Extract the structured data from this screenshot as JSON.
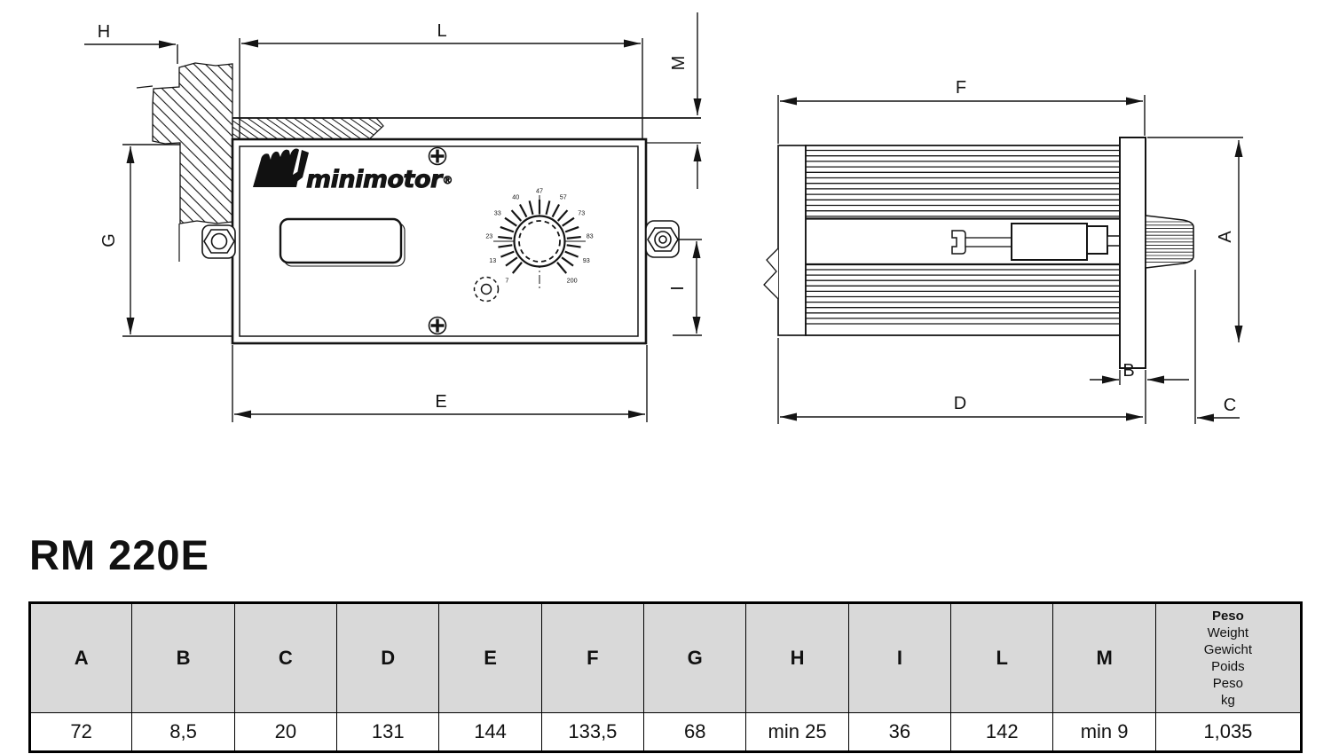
{
  "title": "RM 220E",
  "logo": {
    "brand": "minimotor",
    "registered": "®"
  },
  "colors": {
    "line": "#141414",
    "table_header_bg": "#d9d9d9"
  },
  "front_view": {
    "dims": {
      "h": "H",
      "l": "L",
      "m": "M",
      "g": "G",
      "e": "E",
      "i": "I"
    },
    "dial_labels": [
      "7",
      "13",
      "23",
      "33",
      "40",
      "47",
      "57",
      "73",
      "83",
      "93",
      "200"
    ]
  },
  "side_view": {
    "dims": {
      "f": "F",
      "a": "A",
      "b": "B",
      "d": "D",
      "c": "C"
    }
  },
  "table": {
    "headers": [
      "A",
      "B",
      "C",
      "D",
      "E",
      "F",
      "G",
      "H",
      "I",
      "L",
      "M"
    ],
    "weight_header": [
      "Peso",
      "Weight",
      "Gewicht",
      "Poids",
      "Peso",
      "kg"
    ],
    "values": [
      "72",
      "8,5",
      "20",
      "131",
      "144",
      "133,5",
      "68",
      "min 25",
      "36",
      "142",
      "min 9",
      "1,035"
    ]
  }
}
